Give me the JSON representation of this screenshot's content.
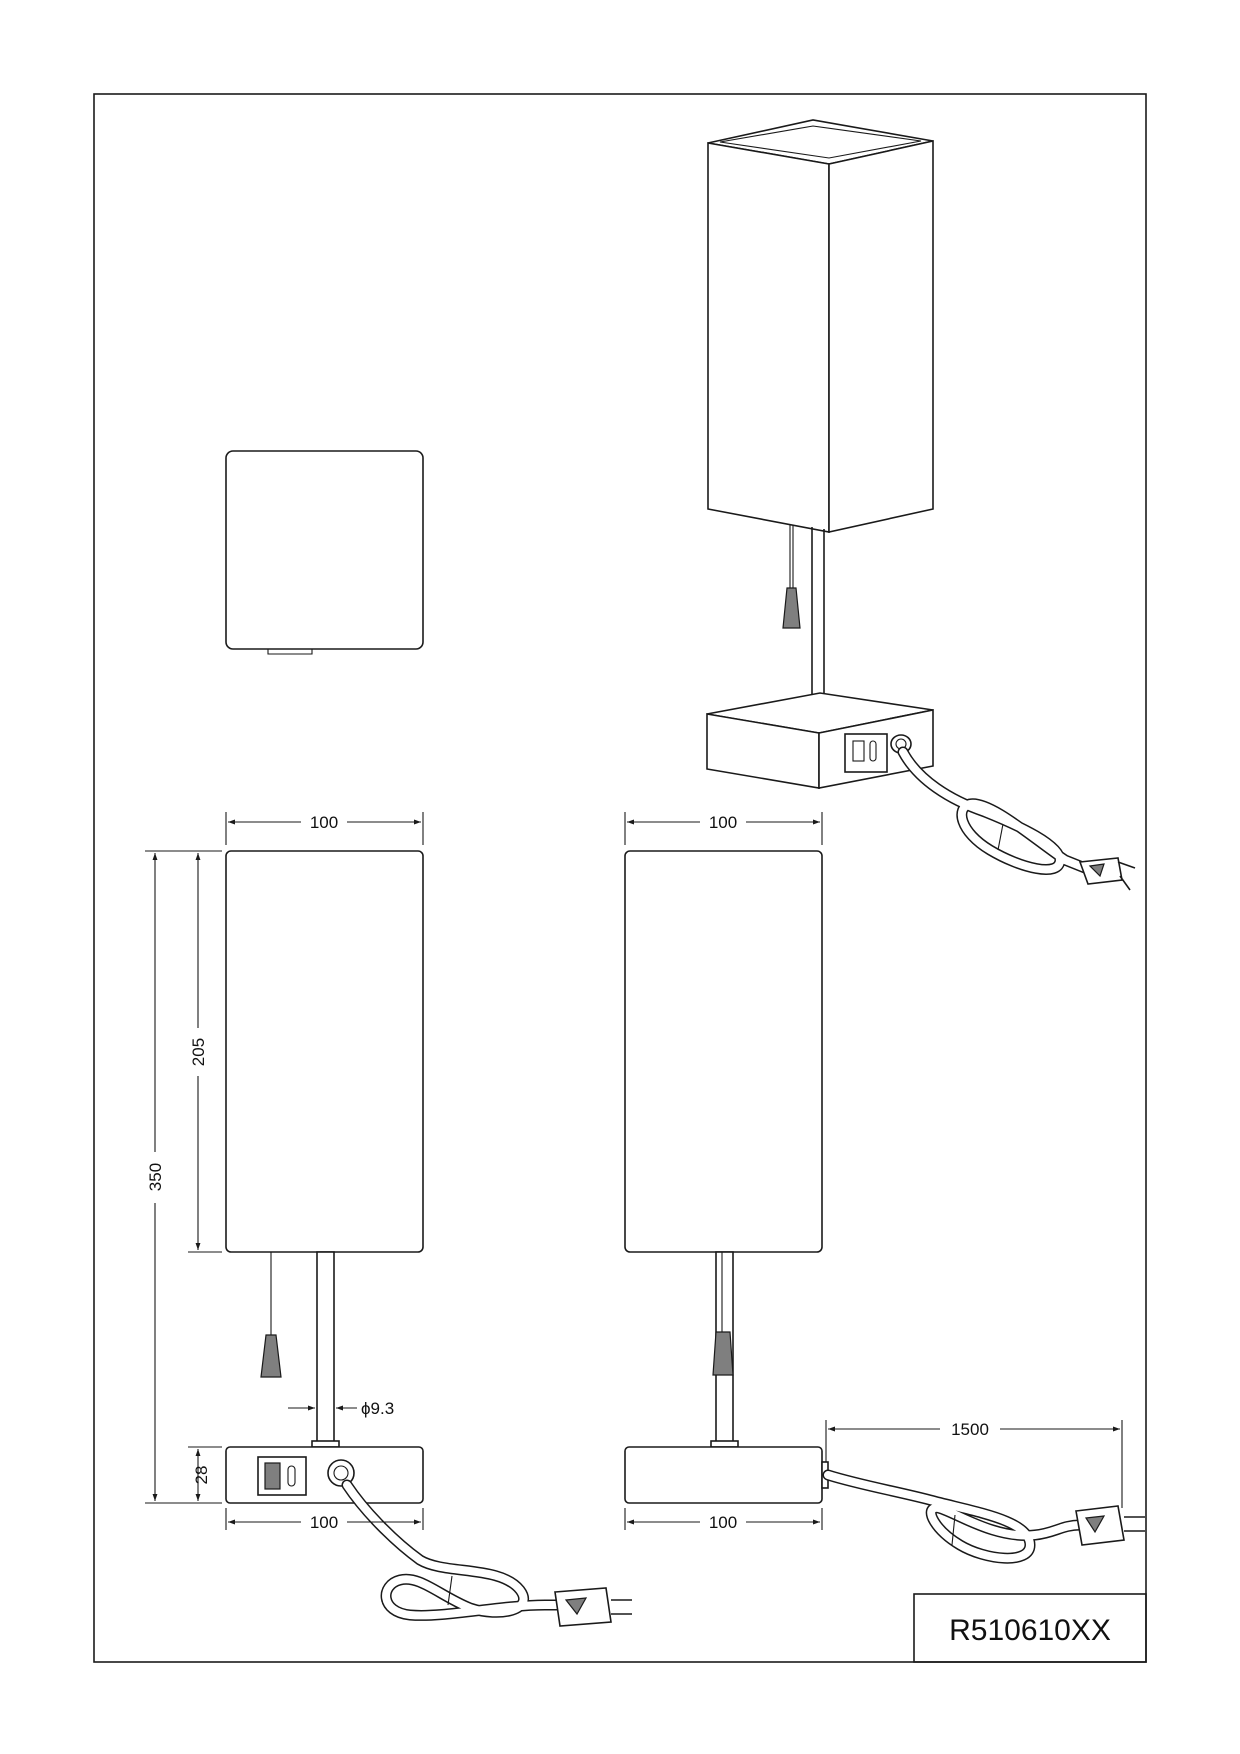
{
  "model_code": "R510610XX",
  "dimensions": {
    "front_width": "100",
    "side_width": "100",
    "total_height": "350",
    "shade_height": "205",
    "base_height": "28",
    "stem_diameter": "ϕ9.3",
    "front_base_width": "100",
    "side_base_width": "100",
    "cord_length": "1500"
  }
}
